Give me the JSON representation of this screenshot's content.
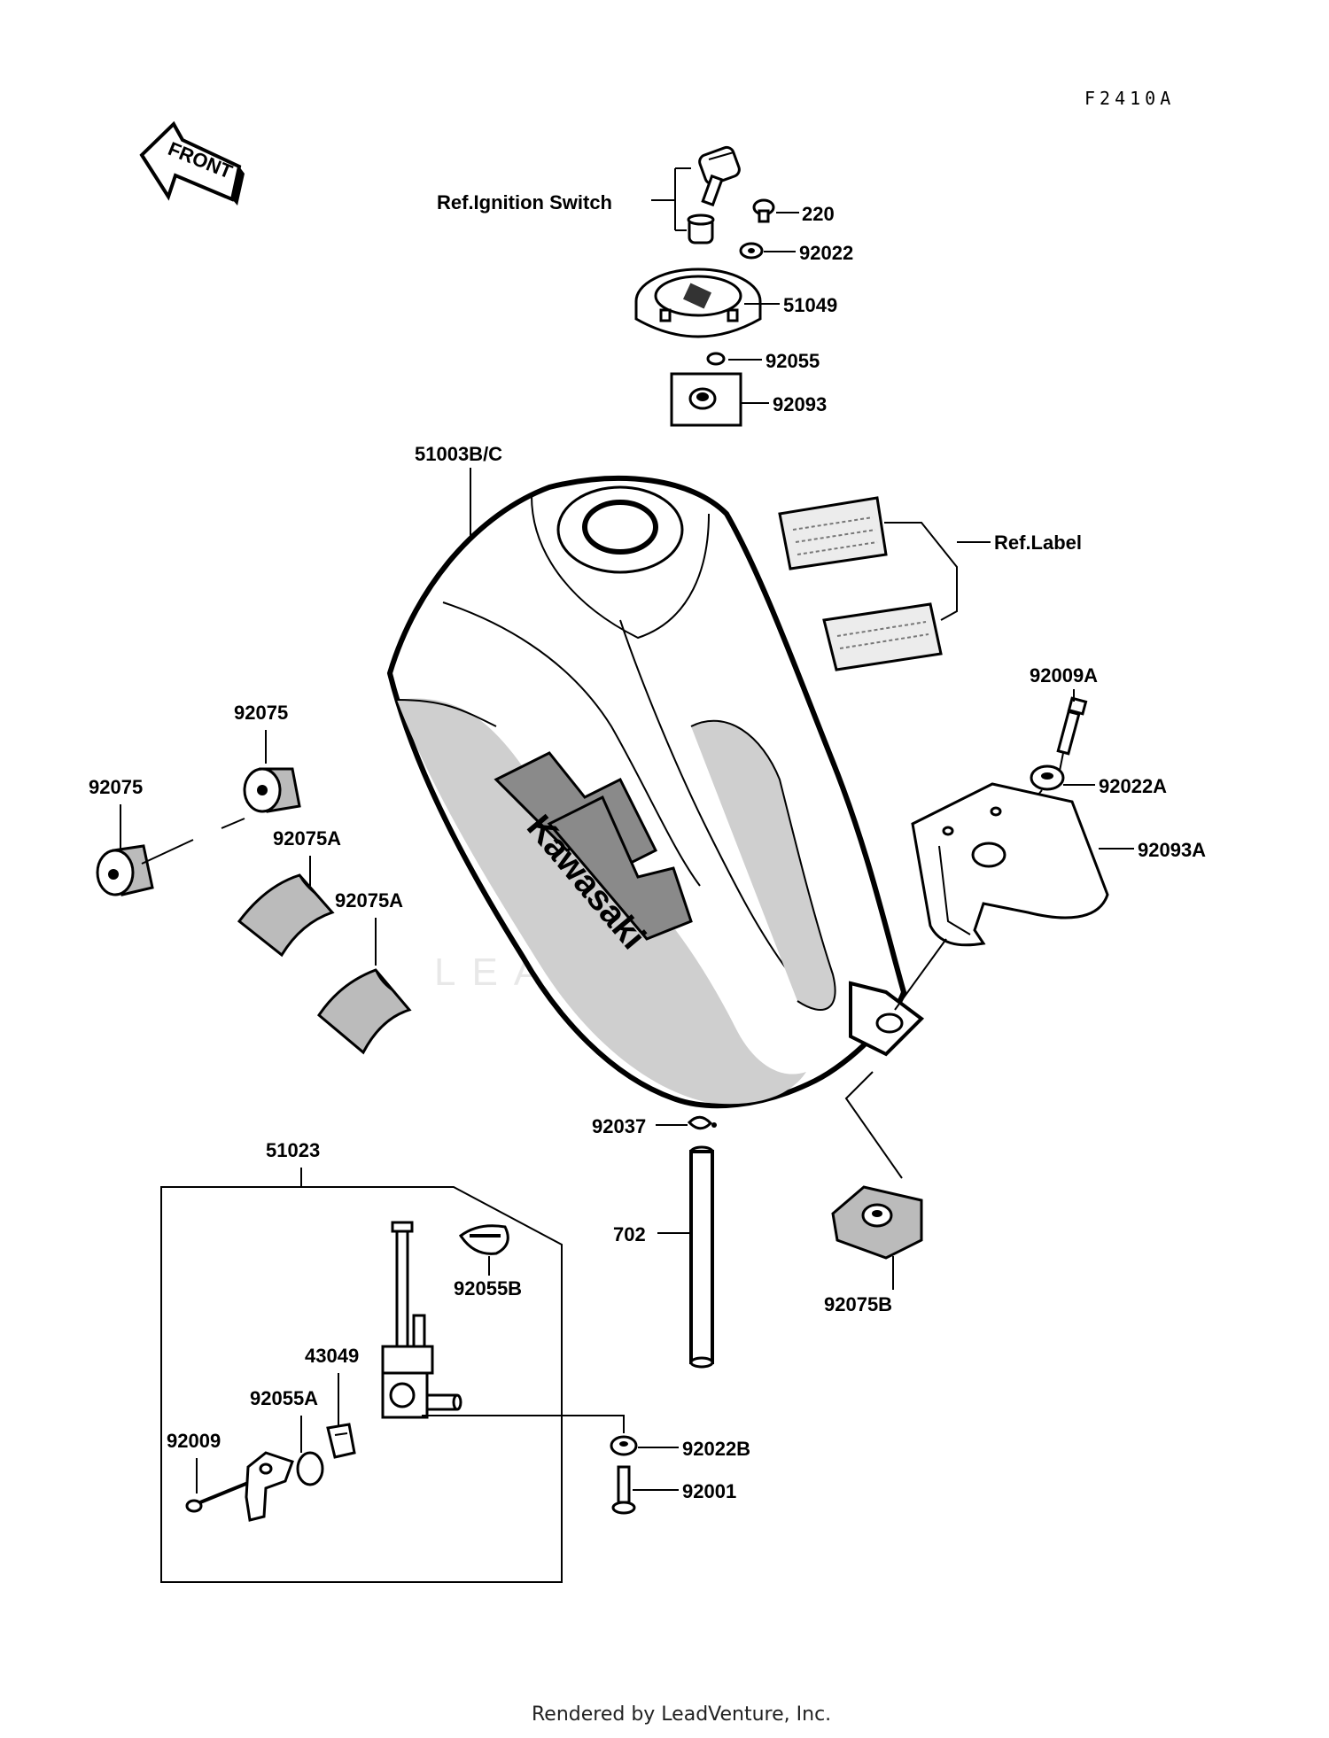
{
  "diagram_code": "F2410A",
  "front_arrow_label": "FRONT",
  "watermark": "LEADVENTURE",
  "tank_brand": "Kawasaki",
  "footer": "Rendered by LeadVenture, Inc.",
  "labels": {
    "ref_ignition_switch": "Ref.Ignition Switch",
    "p220": "220",
    "p92022": "92022",
    "p51049": "51049",
    "p92055": "92055",
    "p92093": "92093",
    "p51003": "51003B/C",
    "ref_label": "Ref.Label",
    "p92009A": "92009A",
    "p92022A": "92022A",
    "p92093A": "92093A",
    "p92075_top": "92075",
    "p92075_left": "92075",
    "p92075A_1": "92075A",
    "p92075A_2": "92075A",
    "p92037": "92037",
    "p702": "702",
    "p92075B": "92075B",
    "p51023": "51023",
    "p92055B": "92055B",
    "p43049": "43049",
    "p92055A": "92055A",
    "p92009": "92009",
    "p92022B": "92022B",
    "p92001": "92001"
  }
}
